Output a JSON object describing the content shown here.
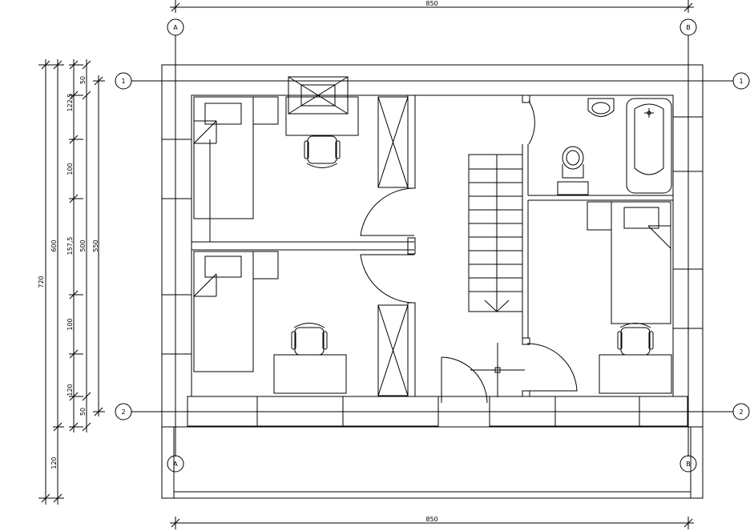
{
  "drawing": {
    "top_dimension": "850",
    "bottom_dimension": "850",
    "grid_columns": [
      "A",
      "B"
    ],
    "grid_rows": [
      "1",
      "2"
    ],
    "left_dimensions": {
      "total_height": "720",
      "interior_height": "600",
      "outer_chain": [
        "50",
        "550",
        "50"
      ],
      "room_chain": [
        "122,5",
        "100",
        "157,5",
        "100",
        "120"
      ],
      "mid_chain": "500",
      "bottom_extension": "120"
    }
  },
  "colors": {
    "line": "#000000",
    "background": "#ffffff"
  }
}
